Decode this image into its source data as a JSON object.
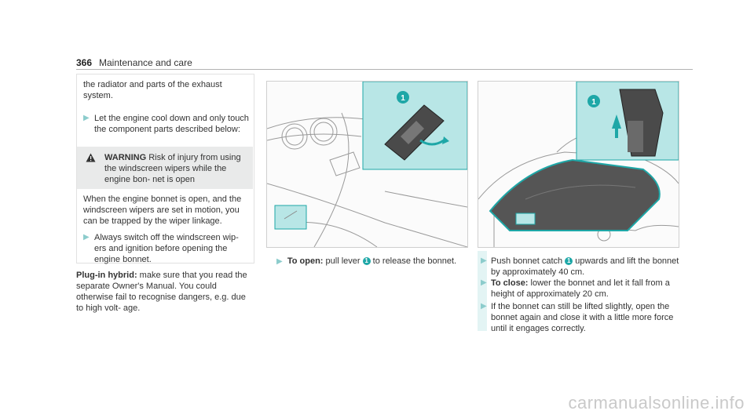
{
  "header": {
    "page_number": "366",
    "section_title": "Maintenance and care"
  },
  "left": {
    "intro": "the radiator and parts of the exhaust system.",
    "step1": "Let the engine cool down and only touch the component parts described below:",
    "warning_label": "WARNING",
    "warning_title": "Risk of injury from using the windscreen wipers while the engine bon‑ net is open",
    "warning_body": "When the engine bonnet is open, and the windscreen wipers are set in motion, you can be trapped by the wiper linkage.",
    "step2": "Always switch off the windscreen wip‑ ers and ignition before opening the engine bonnet.",
    "hybrid_label": "Plug‑in hybrid:",
    "hybrid_text": "make sure that you read the separate Owner's Manual. You could otherwise fail to recognise dangers, e.g. due to high volt‑ age."
  },
  "middle": {
    "figure_marker": "1",
    "caption_label": "To open:",
    "caption_pre": "pull lever",
    "caption_marker": "1",
    "caption_post": "to release the bonnet."
  },
  "right": {
    "figure_marker": "1",
    "step1_pre": "Push bonnet catch",
    "step1_marker": "1",
    "step1_post": "upwards and lift the bonnet by approximately 40 cm.",
    "step2_label": "To close:",
    "step2_text": "lower the bonnet and let it fall from a height of approximately 20 cm.",
    "step3": "If the bonnet can still be lifted slightly, open the bonnet again and close it with a little more force until it engages correctly."
  },
  "watermark": "carmanualsonline.info",
  "colors": {
    "accent": "#1ea7a7",
    "highlight": "#b8e6e6",
    "bullet": "#8ccccc",
    "warning_bg": "#e9eaea"
  },
  "icons": {
    "bullet": "play-triangle-icon",
    "warning": "warning-triangle-icon"
  }
}
